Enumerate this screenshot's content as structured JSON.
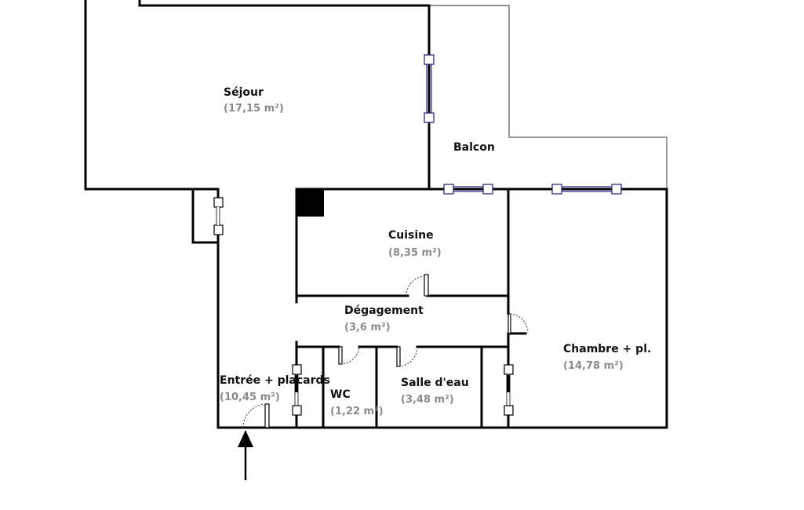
{
  "rooms": {
    "sejour": {
      "name": "Séjour",
      "area": "(17,15 m²)"
    },
    "balcon": {
      "name": "Balcon"
    },
    "cuisine": {
      "name": "Cuisine",
      "area": "(8,35 m²)"
    },
    "degagement": {
      "name": "Dégagement",
      "area": "(3,6 m²)"
    },
    "chambre": {
      "name": "Chambre + pl.",
      "area": "(14,78 m²)"
    },
    "entree": {
      "name": "Entrée + placards",
      "area": "(10,45 m²)"
    },
    "wc": {
      "name": "WC",
      "area": "(1,22 m²)"
    },
    "salle_eau": {
      "name": "Salle d'eau",
      "area": "(3,48 m²)"
    }
  },
  "colors": {
    "wall": "#000000",
    "window": "#2a2a8a",
    "area_text": "#8a8a8a"
  },
  "icons": {
    "entrance": "entrance-arrow-icon"
  }
}
